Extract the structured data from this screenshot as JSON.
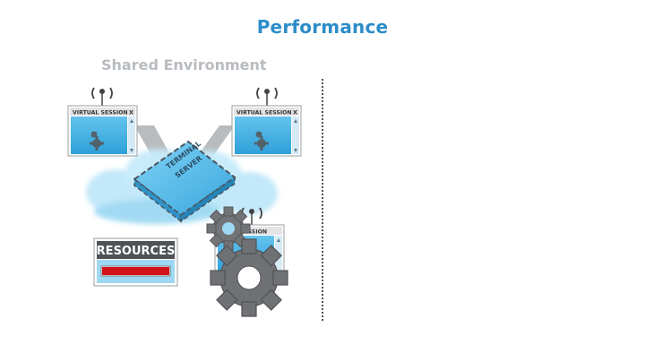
{
  "header": {
    "title": "Performance"
  },
  "left_panel": {
    "title": "Shared Environment",
    "sessions": [
      {
        "label": "VIRTUAL SESSION",
        "close": "X"
      },
      {
        "label": "VIRTUAL SESSION",
        "close": "X"
      },
      {
        "label": "SESSION"
      }
    ],
    "server": {
      "line1": "TERMINAL",
      "line2": "SERVER"
    },
    "resources": {
      "label": "RESOURCES",
      "level_fraction": 1.0,
      "level_color": "#d0121b"
    }
  },
  "colors": {
    "accent": "#2d8dc9",
    "session_screen": "#44aee0",
    "cloud": "#c5e9f8",
    "gear": "#6f7174"
  }
}
